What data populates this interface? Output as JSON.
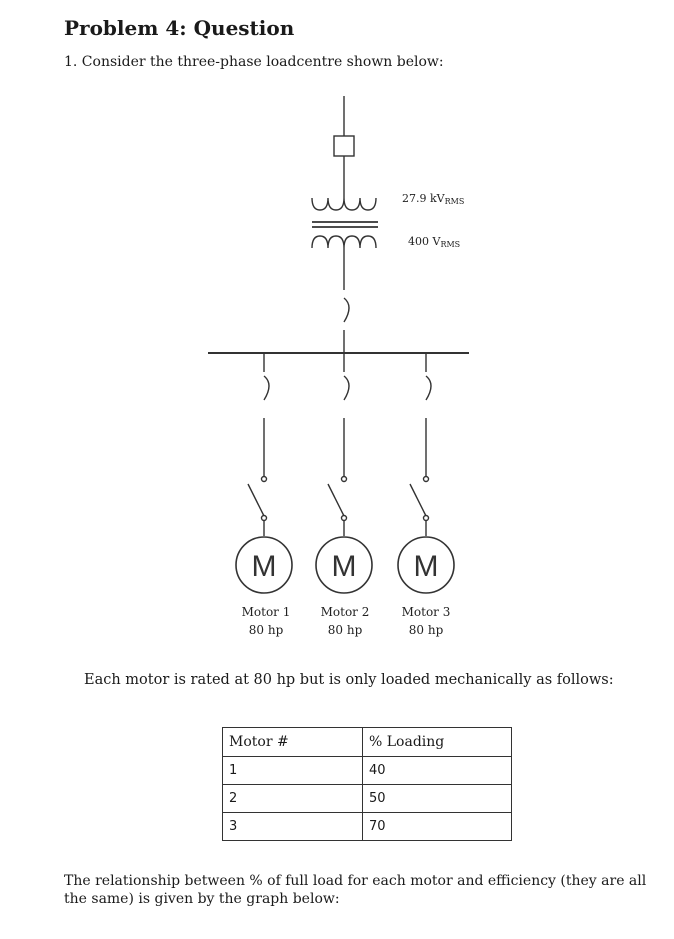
{
  "title": "Problem 4: Question",
  "intro": "1. Consider the three-phase loadcentre shown below:",
  "diagram": {
    "primary_voltage": {
      "value": "27.9 kV",
      "sub": "RMS"
    },
    "secondary_voltage": {
      "value": "400 V",
      "sub": "RMS"
    },
    "motor_symbol": "M",
    "motors": [
      {
        "name": "Motor 1",
        "rating": "80 hp"
      },
      {
        "name": "Motor 2",
        "rating": "80 hp"
      },
      {
        "name": "Motor 3",
        "rating": "80 hp"
      }
    ]
  },
  "paragraph": "Each motor is rated at 80 hp but is only loaded mechanically as follows:",
  "table": {
    "headers": [
      "Motor #",
      "% Loading"
    ],
    "rows": [
      [
        "1",
        "40"
      ],
      [
        "2",
        "50"
      ],
      [
        "3",
        "70"
      ]
    ]
  },
  "closing": "The relationship between % of full load for each motor and efficiency (they are all the same) is given by the graph below:"
}
